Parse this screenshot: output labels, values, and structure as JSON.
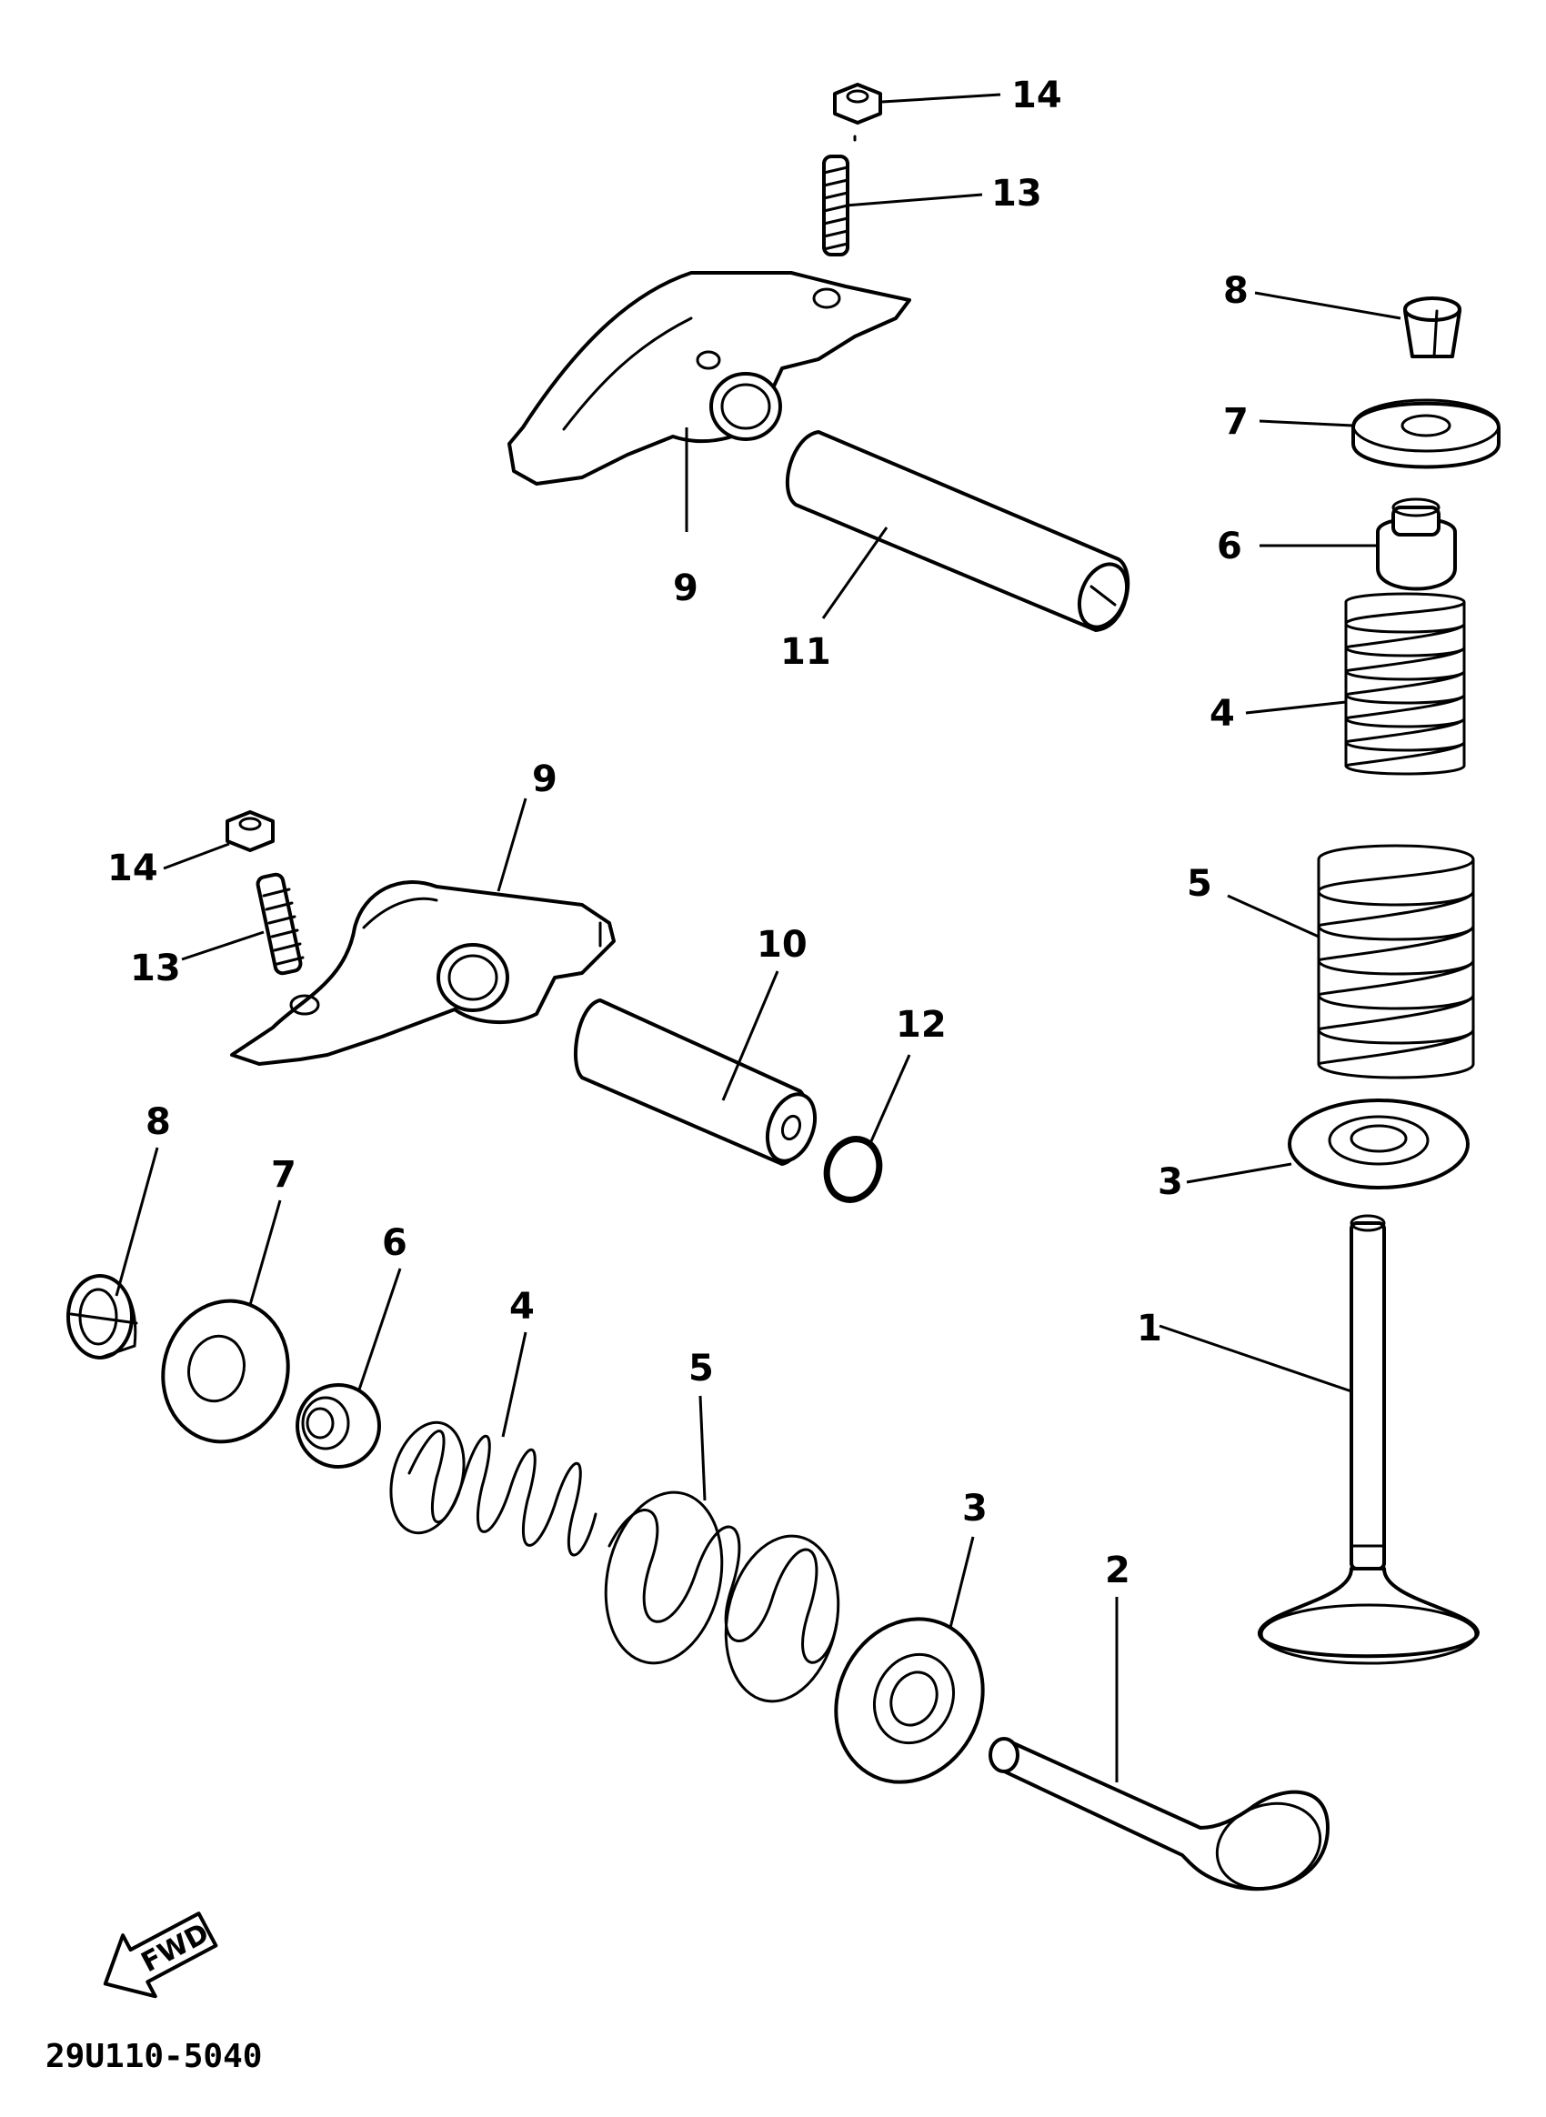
{
  "diagram": {
    "drawing_code": "29U110-5040",
    "direction_label": "FWD",
    "callouts": {
      "upper_nut": "14",
      "upper_adjuster": "13",
      "upper_collet": "8",
      "upper_retainer": "7",
      "upper_seal": "6",
      "upper_inner_spring": "4",
      "upper_outer_spring": "5",
      "upper_seat": "3",
      "intake_valve": "1",
      "upper_rocker_arm": "9",
      "upper_shaft": "11",
      "lower_rocker_arm": "9",
      "lower_nut": "14",
      "lower_adjuster": "13",
      "lower_shaft": "10",
      "o_ring": "12",
      "lower_collet": "8",
      "lower_retainer": "7",
      "lower_seal": "6",
      "lower_inner_spring": "4",
      "lower_outer_spring": "5",
      "lower_seat": "3",
      "exhaust_valve": "2"
    }
  }
}
